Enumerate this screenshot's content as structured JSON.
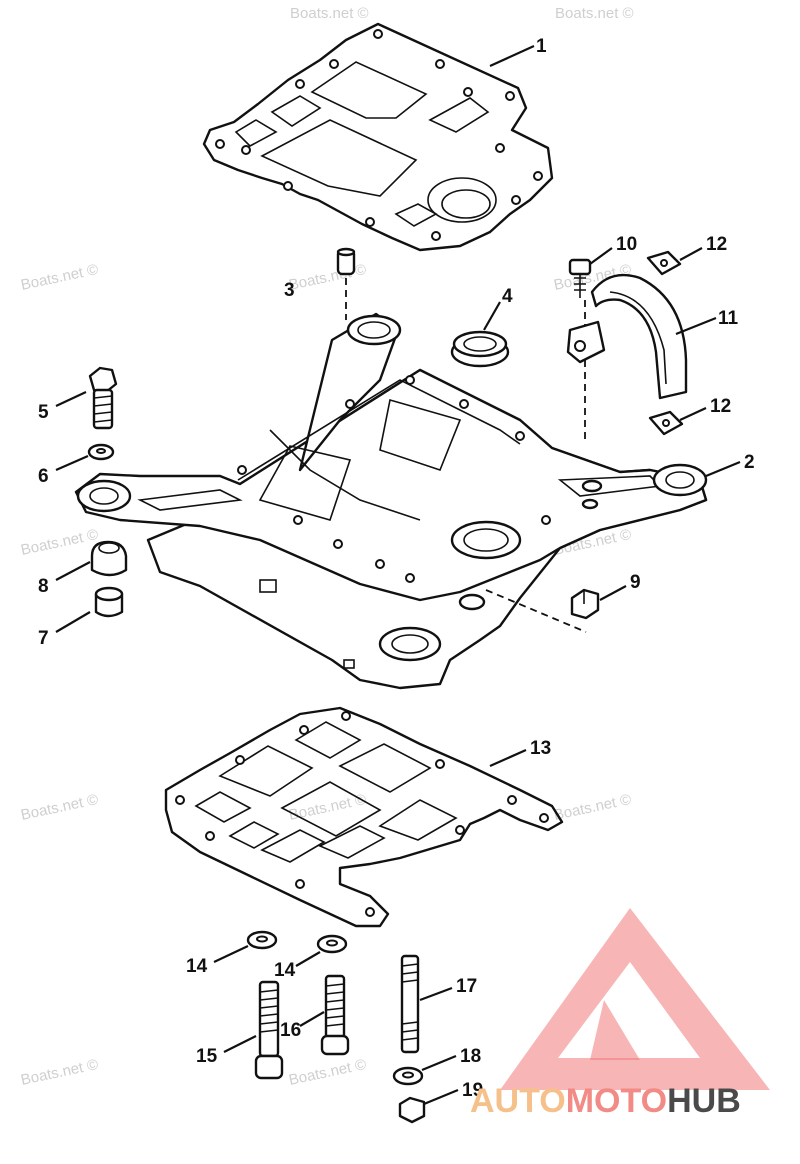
{
  "callouts": {
    "c1": "1",
    "c2": "2",
    "c3": "3",
    "c4": "4",
    "c5": "5",
    "c6": "6",
    "c7": "7",
    "c8": "8",
    "c9": "9",
    "c10": "10",
    "c11": "11",
    "c12a": "12",
    "c12b": "12",
    "c13": "13",
    "c14a": "14",
    "c14b": "14",
    "c15": "15",
    "c16": "16",
    "c17": "17",
    "c18": "18",
    "c19": "19"
  },
  "watermark": {
    "text": "Boats.net ©"
  },
  "logo": {
    "part1": "AUTO",
    "part2": "MOTO",
    "part3": "HUB",
    "colors": {
      "auto": "#f5c08a",
      "moto": "#f28a86",
      "hub": "#4a4a4a",
      "mark": "#f07a78"
    }
  }
}
